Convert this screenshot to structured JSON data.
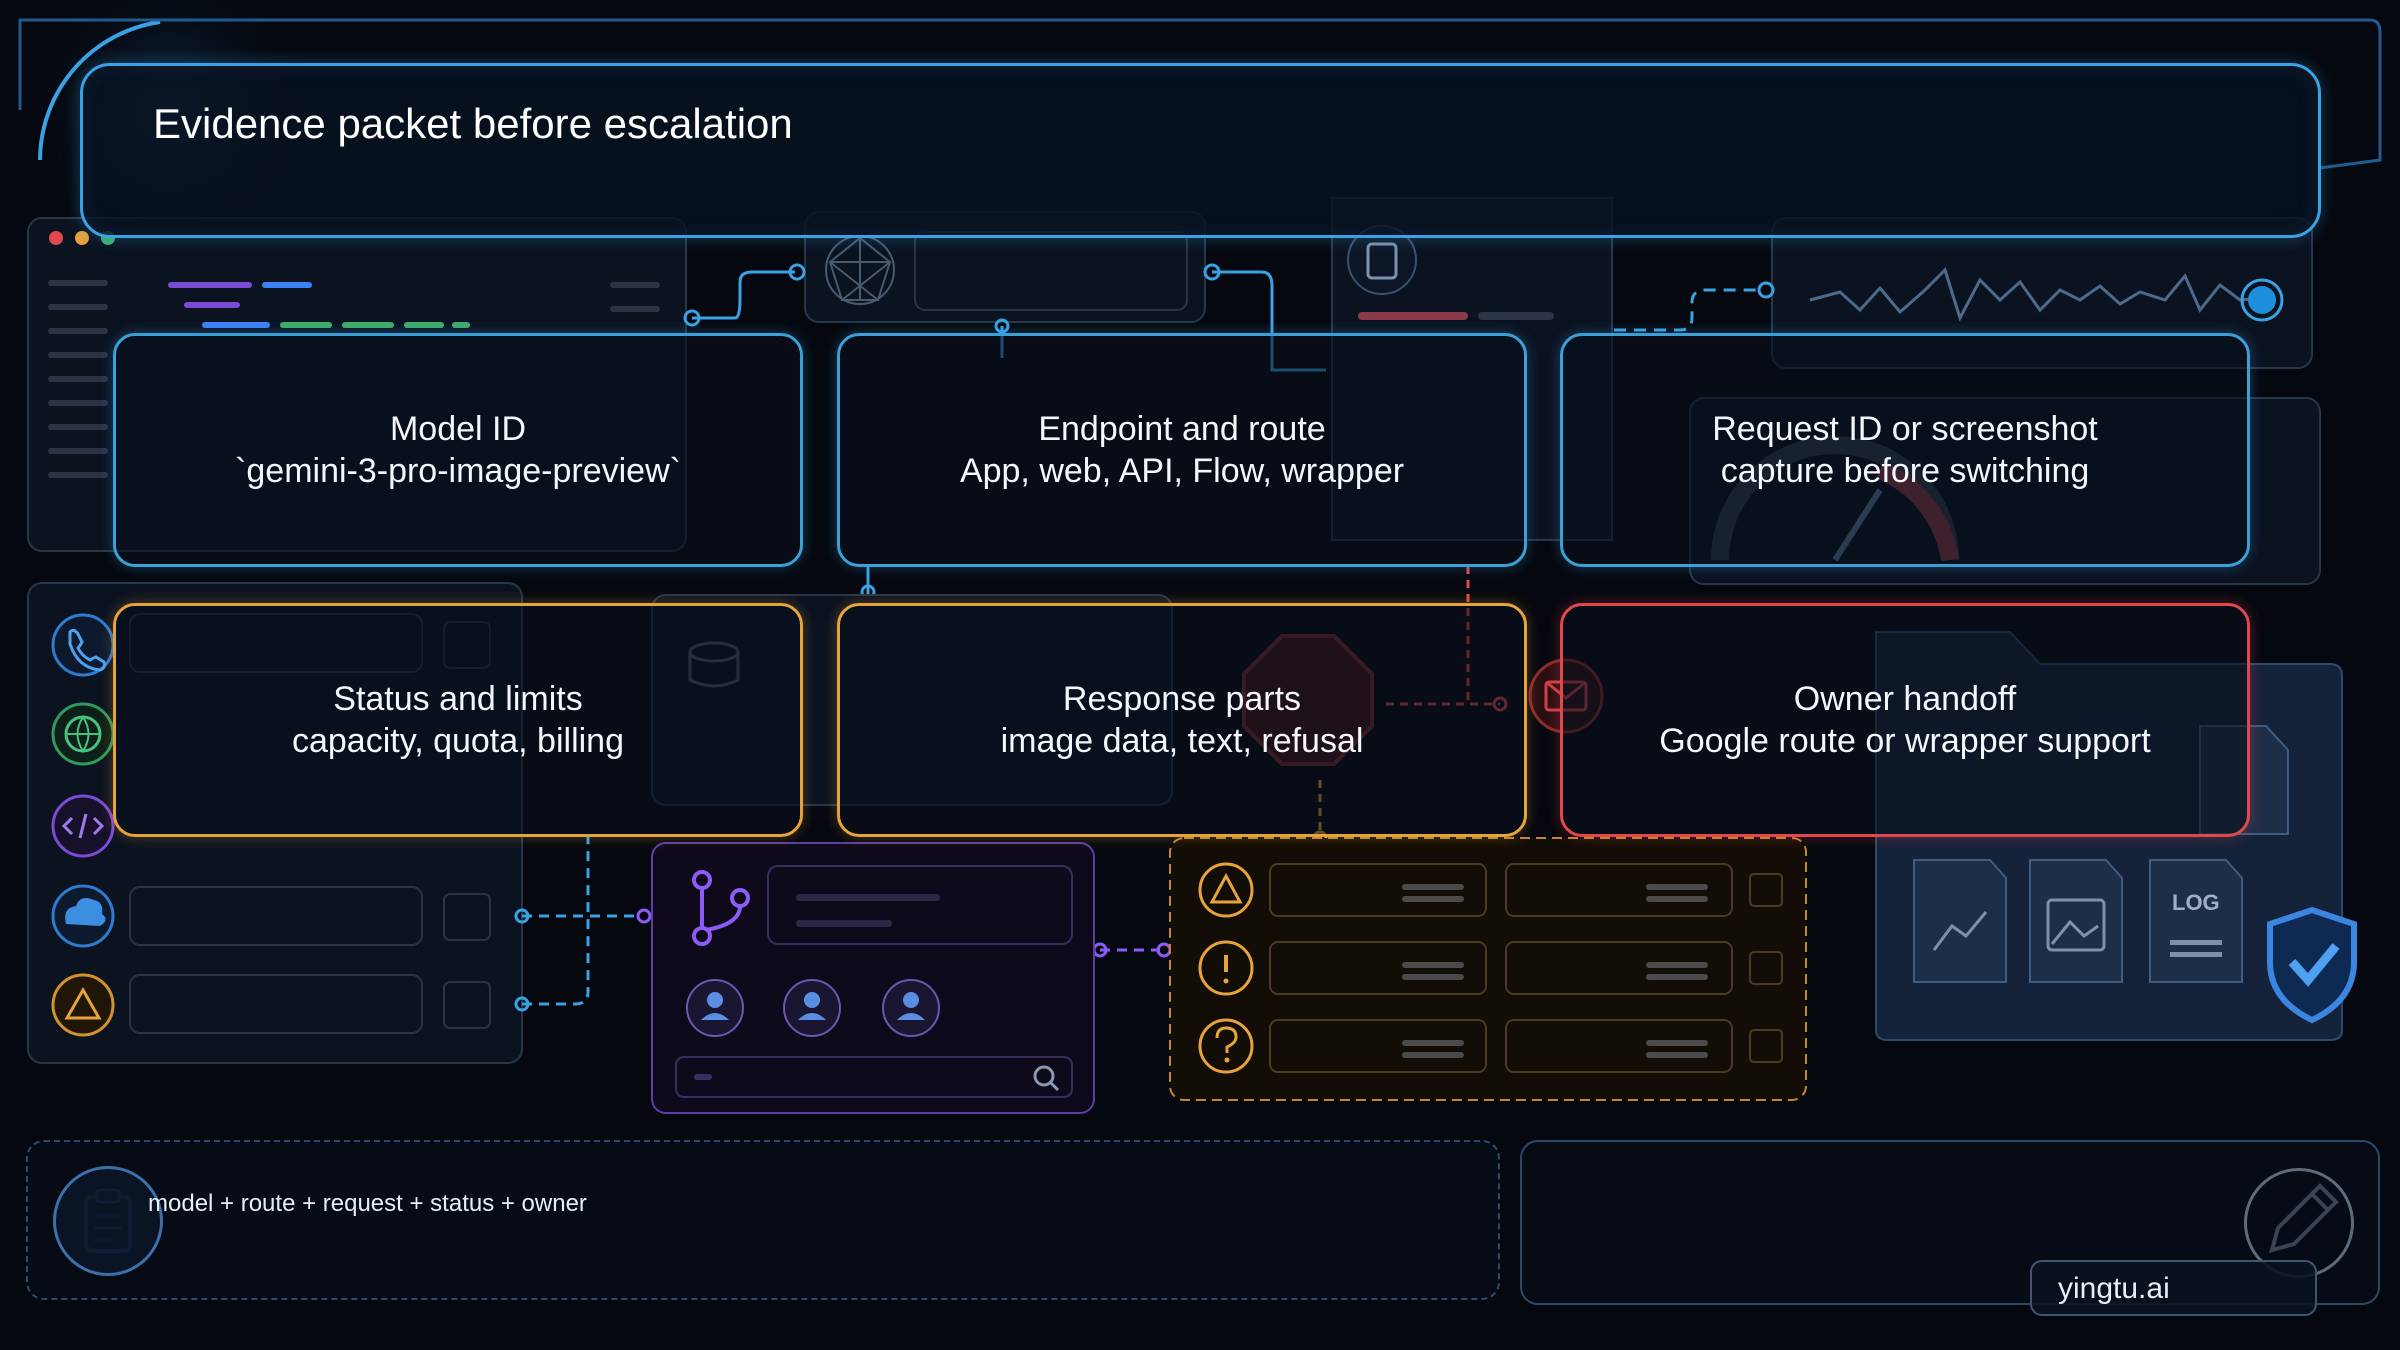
{
  "title": "Evidence packet before escalation",
  "cards": [
    {
      "id": "model-id",
      "title": "Model ID",
      "subtitle": "`gemini-3-pro-image-preview`",
      "accent": "#3b9fd8"
    },
    {
      "id": "endpoint-route",
      "title": "Endpoint and route",
      "subtitle": "App, web, API, Flow, wrapper",
      "accent": "#3b9fd8"
    },
    {
      "id": "request-id",
      "title": "Request ID or screenshot",
      "subtitle": "capture before switching",
      "accent": "#3b9fd8"
    },
    {
      "id": "status-limits",
      "title": "Status and limits",
      "subtitle": "capacity, quota, billing",
      "accent": "#e5a33a"
    },
    {
      "id": "response-parts",
      "title": "Response parts",
      "subtitle": "image data, text, refusal",
      "accent": "#e5a33a"
    },
    {
      "id": "owner-handoff",
      "title": "Owner handoff",
      "subtitle": "Google route or wrapper support",
      "accent": "#e0484e"
    }
  ],
  "footer": {
    "summary": "model + route + request + status + owner",
    "brand": "yingtu.ai"
  },
  "decor": {
    "log_label": "LOG",
    "colors": {
      "blue": "#3aa2e4",
      "orange": "#e5a33a",
      "red": "#e0484e",
      "purple": "#8b5cf6",
      "green": "#3fae6a"
    }
  }
}
